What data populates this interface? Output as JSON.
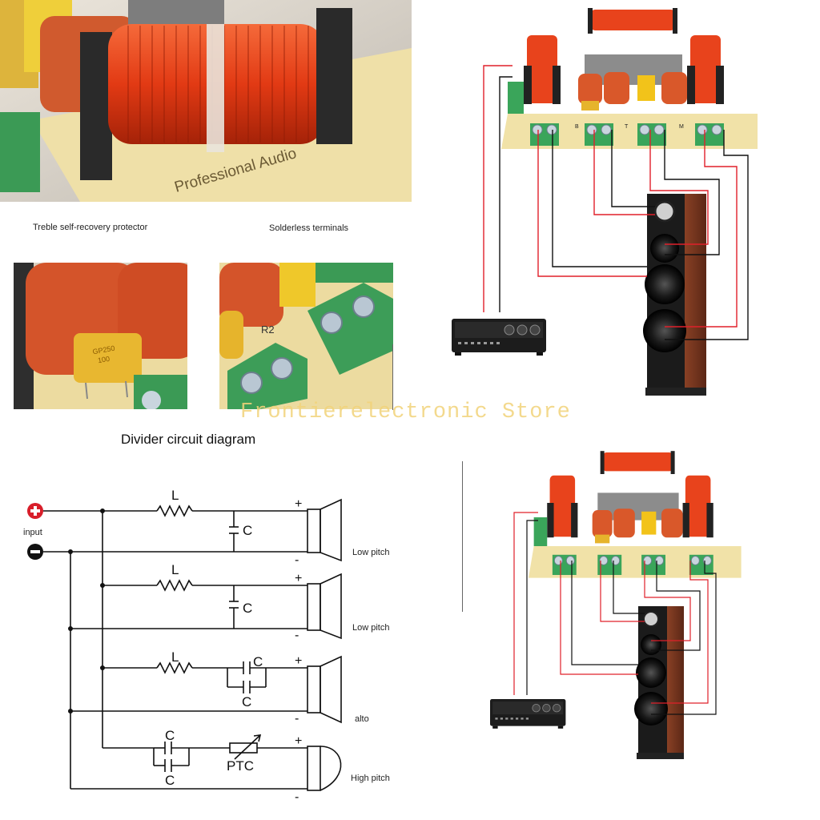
{
  "captions": {
    "treble_protector": "Treble self-recovery protector",
    "solderless_terminals": "Solderless terminals",
    "divider_title": "Divider circuit diagram",
    "watermark": "Frontierelectronic Store",
    "coil_print": "Professional Audio",
    "ptc_print_1": "GP250",
    "ptc_print_2": "100",
    "terminal_print": "R2"
  },
  "circuit": {
    "input_label": "input",
    "plus_symbol": "+",
    "minus_symbol": "-",
    "branches": [
      {
        "inductor": "L",
        "cap": "C",
        "plus": "+",
        "minus": "-",
        "label": "Low pitch"
      },
      {
        "inductor": "L",
        "cap": "C",
        "plus": "+",
        "minus": "-",
        "label": "Low pitch"
      },
      {
        "inductor": "L",
        "cap_top": "C",
        "cap_bottom": "C",
        "plus": "+",
        "minus": "-",
        "label": "alto"
      },
      {
        "cap_top": "C",
        "cap_bottom": "C",
        "ptc": "PTC",
        "plus": "+",
        "minus": "-",
        "label": "High pitch"
      }
    ]
  },
  "board": {
    "terminal_letters": [
      "B",
      "T",
      "M"
    ]
  },
  "colors": {
    "wire_red": "#e0202a",
    "wire_black": "#111111",
    "pcb": "#f1e2a8",
    "terminal_green": "#3aa55a",
    "coil_copper": "#e8431c",
    "cap_orange": "#d9582a",
    "cap_yellow": "#f2c31a",
    "speaker_wood": "#7a3a22"
  }
}
